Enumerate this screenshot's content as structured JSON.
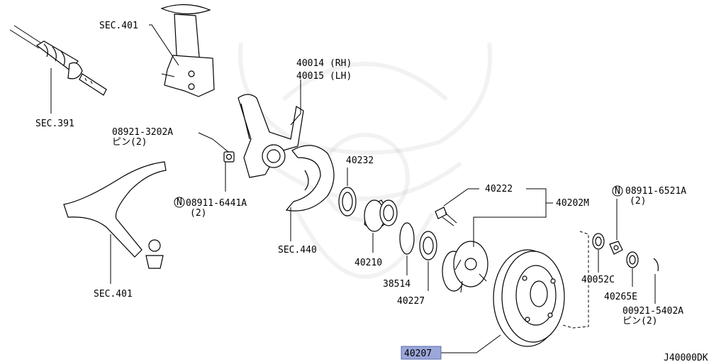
{
  "labels": {
    "sec401_top": "SEC.401",
    "sec391": "SEC.391",
    "p40014": "40014 (RH)",
    "p40015": "40015 (LH)",
    "p08921": "08921-3202A",
    "p08921_sub": "ピン(2)",
    "n_symbol": "N",
    "p08911_6441": "08911-6441A",
    "p08911_6441_sub": "(2)",
    "p40232": "40232",
    "sec440": "SEC.440",
    "p40210": "40210",
    "p38514": "38514",
    "p40227": "40227",
    "p40222": "40222",
    "p40202m": "40202M",
    "p08911_6521": "08911-6521A",
    "p08911_6521_sub": "(2)",
    "p40052c": "40052C",
    "p40265e": "40265E",
    "p00921": "00921-5402A",
    "p00921_sub": "ピン(2)",
    "sec401_bottom": "SEC.401",
    "p40207": "40207",
    "diagram_code": "J40000DK"
  },
  "colors": {
    "highlight_fill": "#9ba7d9",
    "highlight_border": "#5a6bb0",
    "ink": "#000000"
  }
}
